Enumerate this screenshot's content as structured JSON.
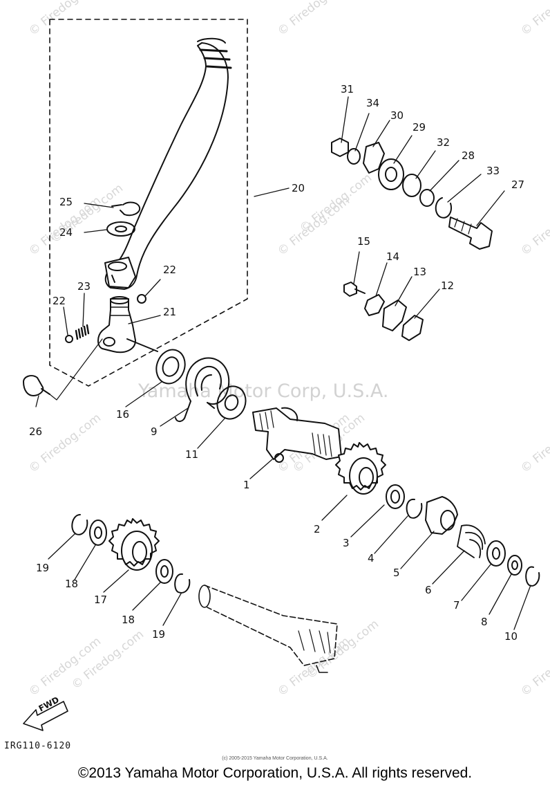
{
  "watermarks": {
    "corner": "© Firedog.com",
    "center": "Yamaha Motor Corp, U.S.A.",
    "diag": "© Firedog.com"
  },
  "part_labels": [
    "31",
    "34",
    "30",
    "29",
    "32",
    "28",
    "33",
    "27",
    "15",
    "14",
    "13",
    "12",
    "25",
    "24",
    "20",
    "22",
    "23",
    "22",
    "21",
    "26",
    "16",
    "9",
    "11",
    "1",
    "2",
    "3",
    "4",
    "5",
    "6",
    "7",
    "8",
    "10",
    "19",
    "18",
    "17",
    "18",
    "19"
  ],
  "fwd_label": "FWD",
  "diagram_code": "IRG110-6120",
  "small_copyright": "(c) 2005-2015 Yamaha Motor Corporation, U.S.A.",
  "copyright": "©2013 Yamaha Motor Corporation, U.S.A. All rights reserved."
}
